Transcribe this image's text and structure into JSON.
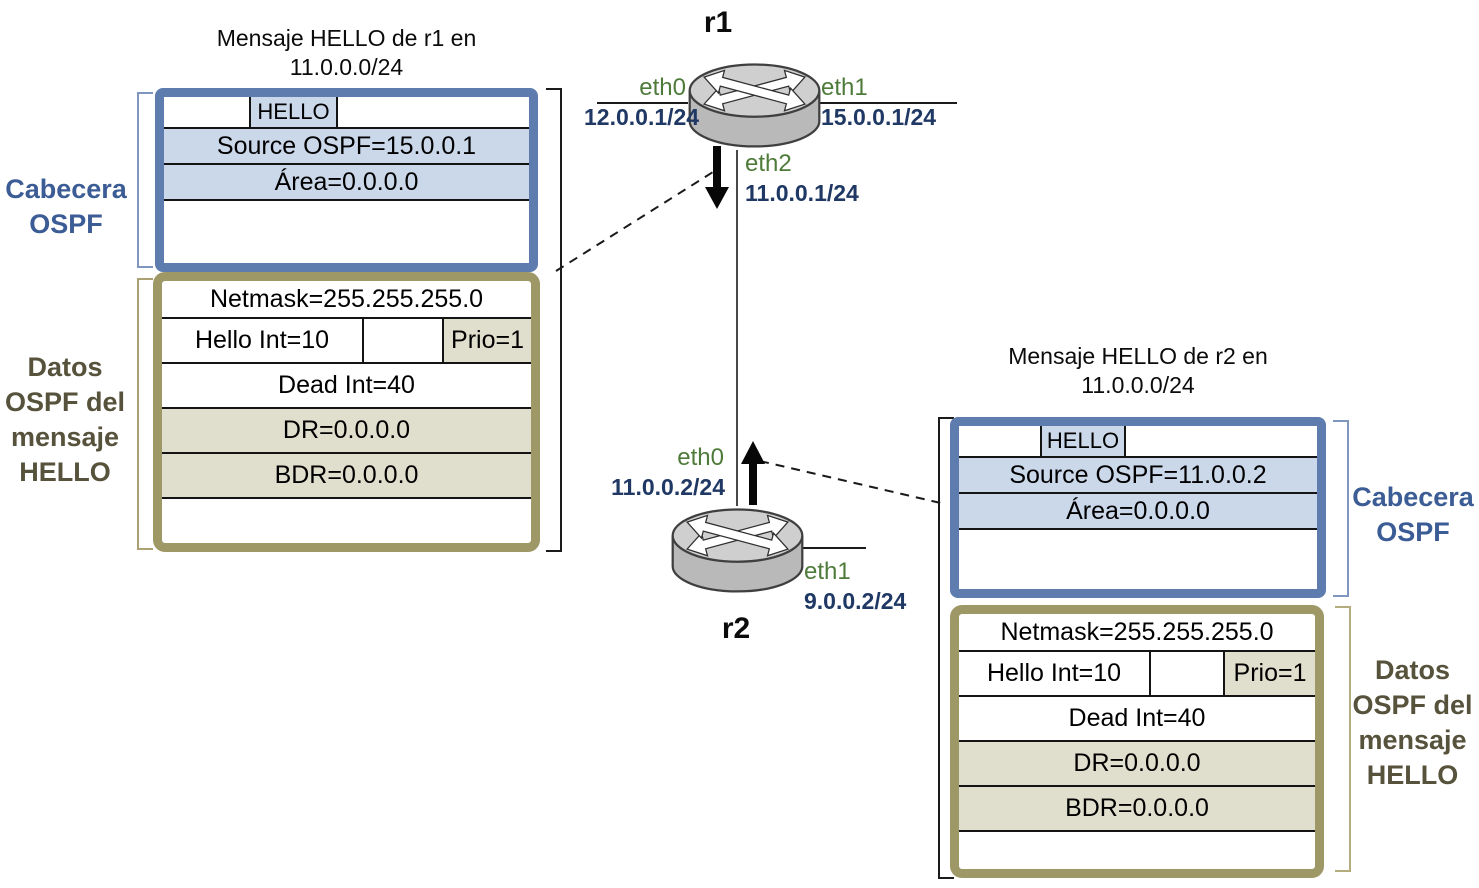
{
  "colors": {
    "header_border": "#5E7CAE",
    "header_fill": "#CBD8EA",
    "body_border": "#9E9766",
    "body_fill": "#E0DECC",
    "eth_label": "#4E7B3A",
    "ip_label": "#1F3864",
    "cabecera_text": "#3C5C95",
    "datos_text": "#56523B"
  },
  "routers": {
    "r1": {
      "label": "r1",
      "interfaces": [
        {
          "name": "eth0",
          "ip": "12.0.0.1/24"
        },
        {
          "name": "eth1",
          "ip": "15.0.0.1/24"
        },
        {
          "name": "eth2",
          "ip": "11.0.0.1/24"
        }
      ]
    },
    "r2": {
      "label": "r2",
      "interfaces": [
        {
          "name": "eth0",
          "ip": "11.0.0.2/24"
        },
        {
          "name": "eth1",
          "ip": "9.0.0.2/24"
        }
      ]
    }
  },
  "messages": {
    "left": {
      "title_line1": "Mensaje HELLO de r1 en",
      "title_line2": "11.0.0.0/24",
      "header": {
        "hello": "HELLO",
        "source": "Source OSPF=15.0.0.1",
        "area": "Área=0.0.0.0"
      },
      "body": {
        "netmask": "Netmask=255.255.255.0",
        "hello_int": "Hello Int=10",
        "prio": "Prio=1",
        "dead_int": "Dead Int=40",
        "dr": "DR=0.0.0.0",
        "bdr": "BDR=0.0.0.0"
      }
    },
    "right": {
      "title_line1": "Mensaje HELLO de r2 en",
      "title_line2": "11.0.0.0/24",
      "header": {
        "hello": "HELLO",
        "source": "Source OSPF=11.0.0.2",
        "area": "Área=0.0.0.0"
      },
      "body": {
        "netmask": "Netmask=255.255.255.0",
        "hello_int": "Hello Int=10",
        "prio": "Prio=1",
        "dead_int": "Dead Int=40",
        "dr": "DR=0.0.0.0",
        "bdr": "BDR=0.0.0.0"
      }
    }
  },
  "annotations": {
    "cabecera_left": "Cabecera OSPF",
    "datos_left": "Datos OSPF del mensaje HELLO",
    "cabecera_right": "Cabecera OSPF",
    "datos_right": "Datos OSPF del mensaje HELLO"
  }
}
